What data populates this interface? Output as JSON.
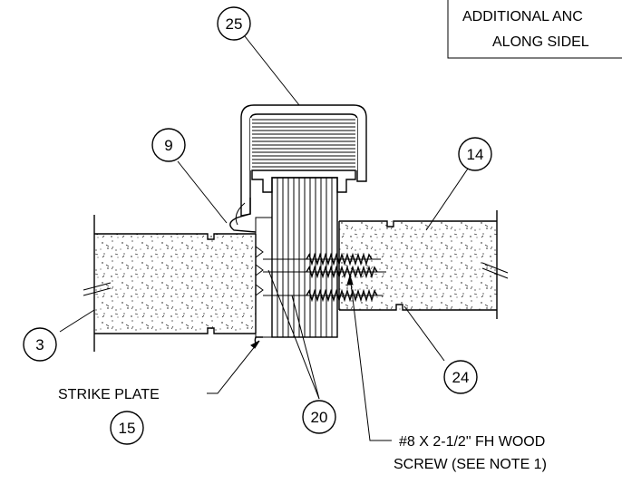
{
  "note_box": {
    "line1": "ADDITIONAL ANC",
    "line2": "ALONG SIDEL"
  },
  "callouts": {
    "c25": "25",
    "c9": "9",
    "c14": "14",
    "c3": "3",
    "c24": "24",
    "c20": "20",
    "c15": "15"
  },
  "labels": {
    "strike_plate": "STRIKE PLATE",
    "screw_line1": "#8 X 2-1/2\" FH WOOD",
    "screw_line2": "SCREW (SEE NOTE 1)"
  }
}
